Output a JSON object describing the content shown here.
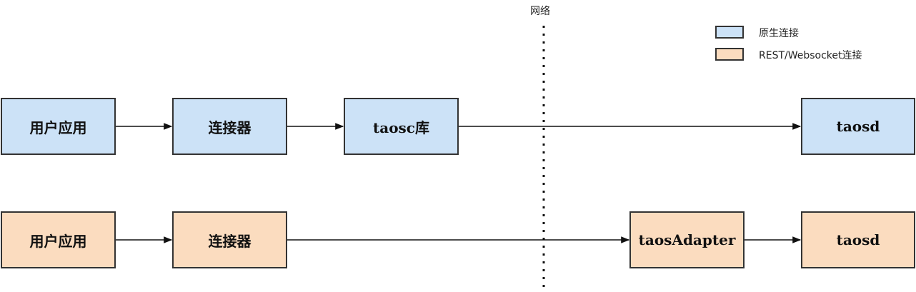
{
  "network_label": "网络",
  "legend": [
    {
      "label": "原生连接",
      "color": "#cce2f7"
    },
    {
      "label": "REST/Websocket连接",
      "color": "#fbdcbf"
    }
  ],
  "rows": {
    "native": {
      "app": "用户应用",
      "connector": "连接器",
      "lib": "taosc库",
      "server": "taosd"
    },
    "rest": {
      "app": "用户应用",
      "connector": "连接器",
      "adapter": "taosAdapter",
      "server": "taosd"
    }
  }
}
